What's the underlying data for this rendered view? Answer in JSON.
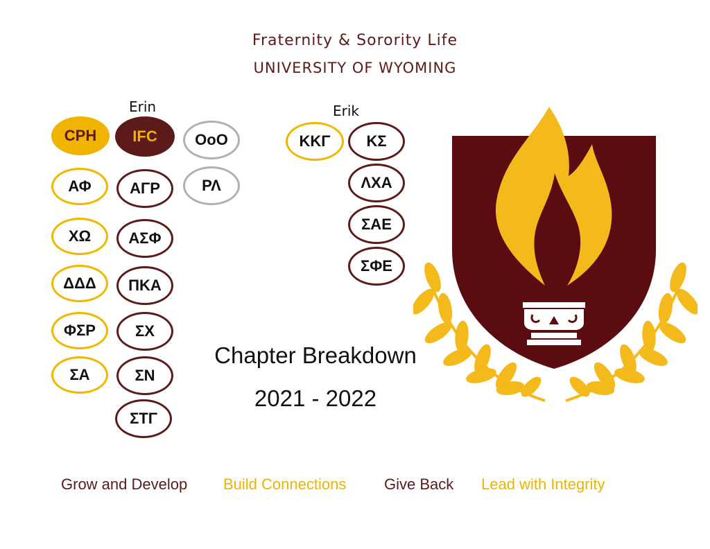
{
  "header": {
    "line1": "Fraternity & Sorority Life",
    "line2": "UNIVERSITY OF WYOMING"
  },
  "advisors": {
    "left": "Erin",
    "right": "Erik"
  },
  "councils": {
    "cph": "CPH",
    "ifc": "IFC",
    "other1": "OoO",
    "other2": "ΡΛ"
  },
  "cph_chapters": [
    "ΑΦ",
    "ΧΩ",
    "ΔΔΔ",
    "ΦΣΡ",
    "ΣΑ"
  ],
  "ifc_chapters": [
    "ΑΓΡ",
    "ΑΣΦ",
    "ΠΚΑ",
    "ΣΧ",
    "ΣΝ",
    "ΣΤΓ"
  ],
  "erik_chapters": {
    "kkg": "ΚΚΓ",
    "ks": "ΚΣ",
    "lxa": "ΛΧΑ",
    "sae": "ΣΑΕ",
    "sfe": "ΣΦΕ"
  },
  "title": {
    "line1": "Chapter Breakdown",
    "line2": "2021 - 2022"
  },
  "footer": {
    "grow": "Grow and Develop",
    "build": "Build Connections",
    "give": "Give Back",
    "lead": "Lead with Integrity"
  },
  "colors": {
    "maroon": "#5c1a1b",
    "gold": "#efb300",
    "grey": "#b0b0b0"
  },
  "logo": {
    "icon": "flame-shield-laurel-icon"
  }
}
